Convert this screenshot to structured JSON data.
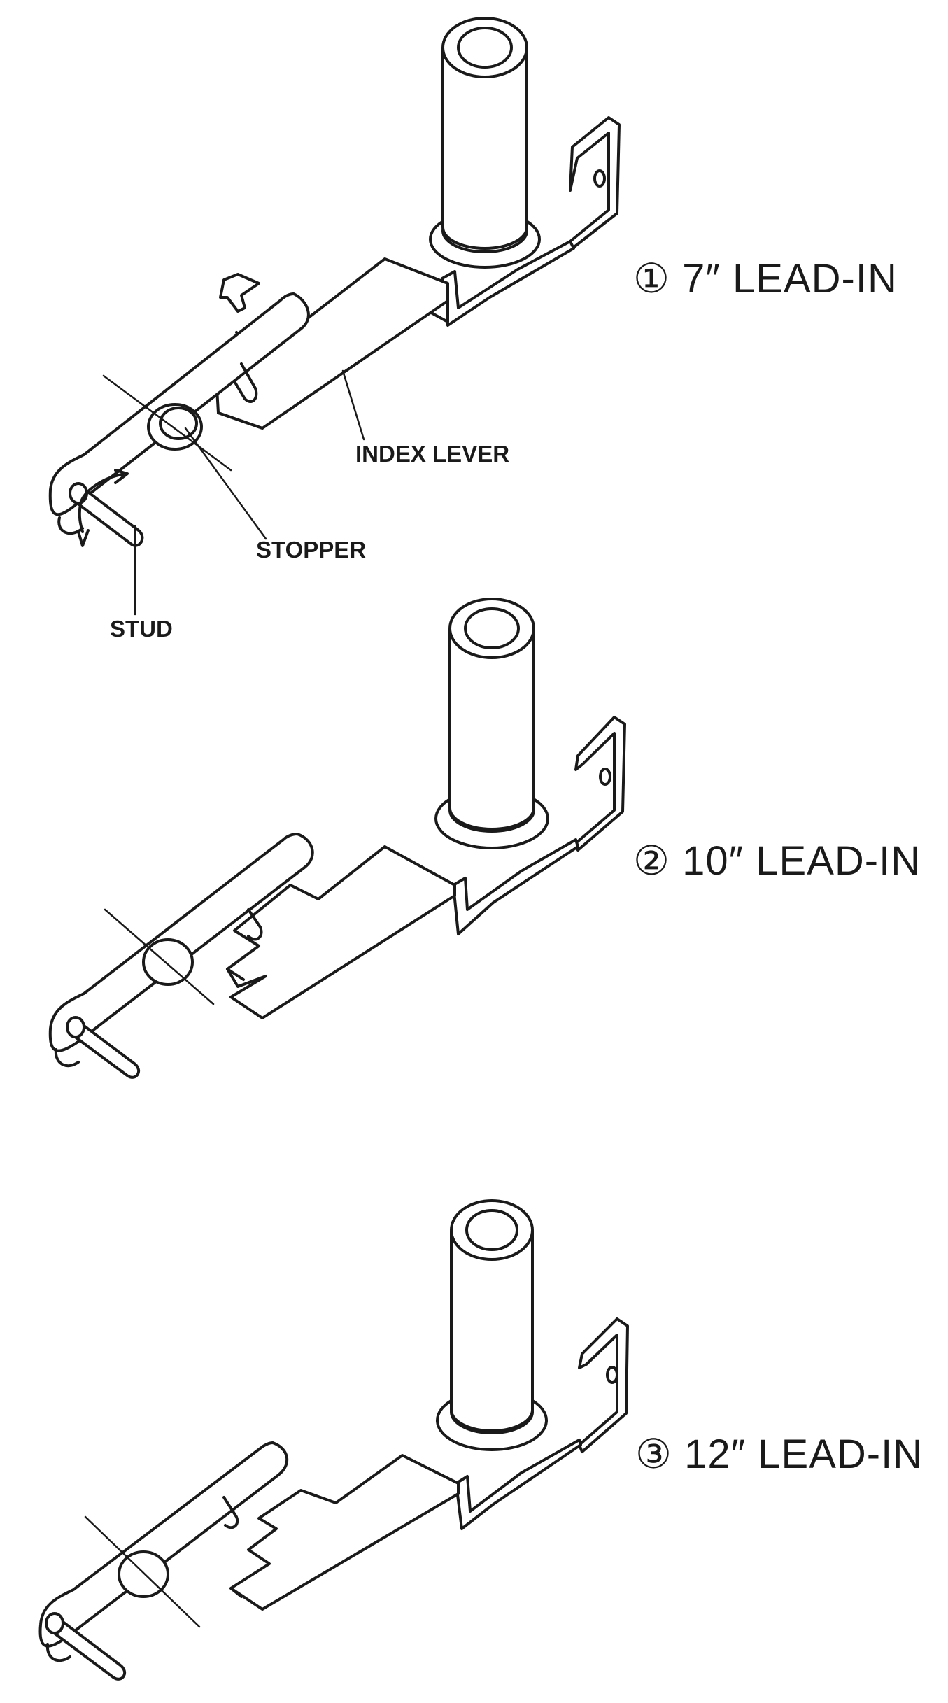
{
  "figures": [
    {
      "caption": "① 7″ LEAD-IN"
    },
    {
      "caption": "② 10″ LEAD-IN"
    },
    {
      "caption": "③ 12″ LEAD-IN"
    }
  ],
  "callouts": {
    "index_lever": "INDEX LEVER",
    "stopper": "STOPPER",
    "stud": "STUD"
  }
}
